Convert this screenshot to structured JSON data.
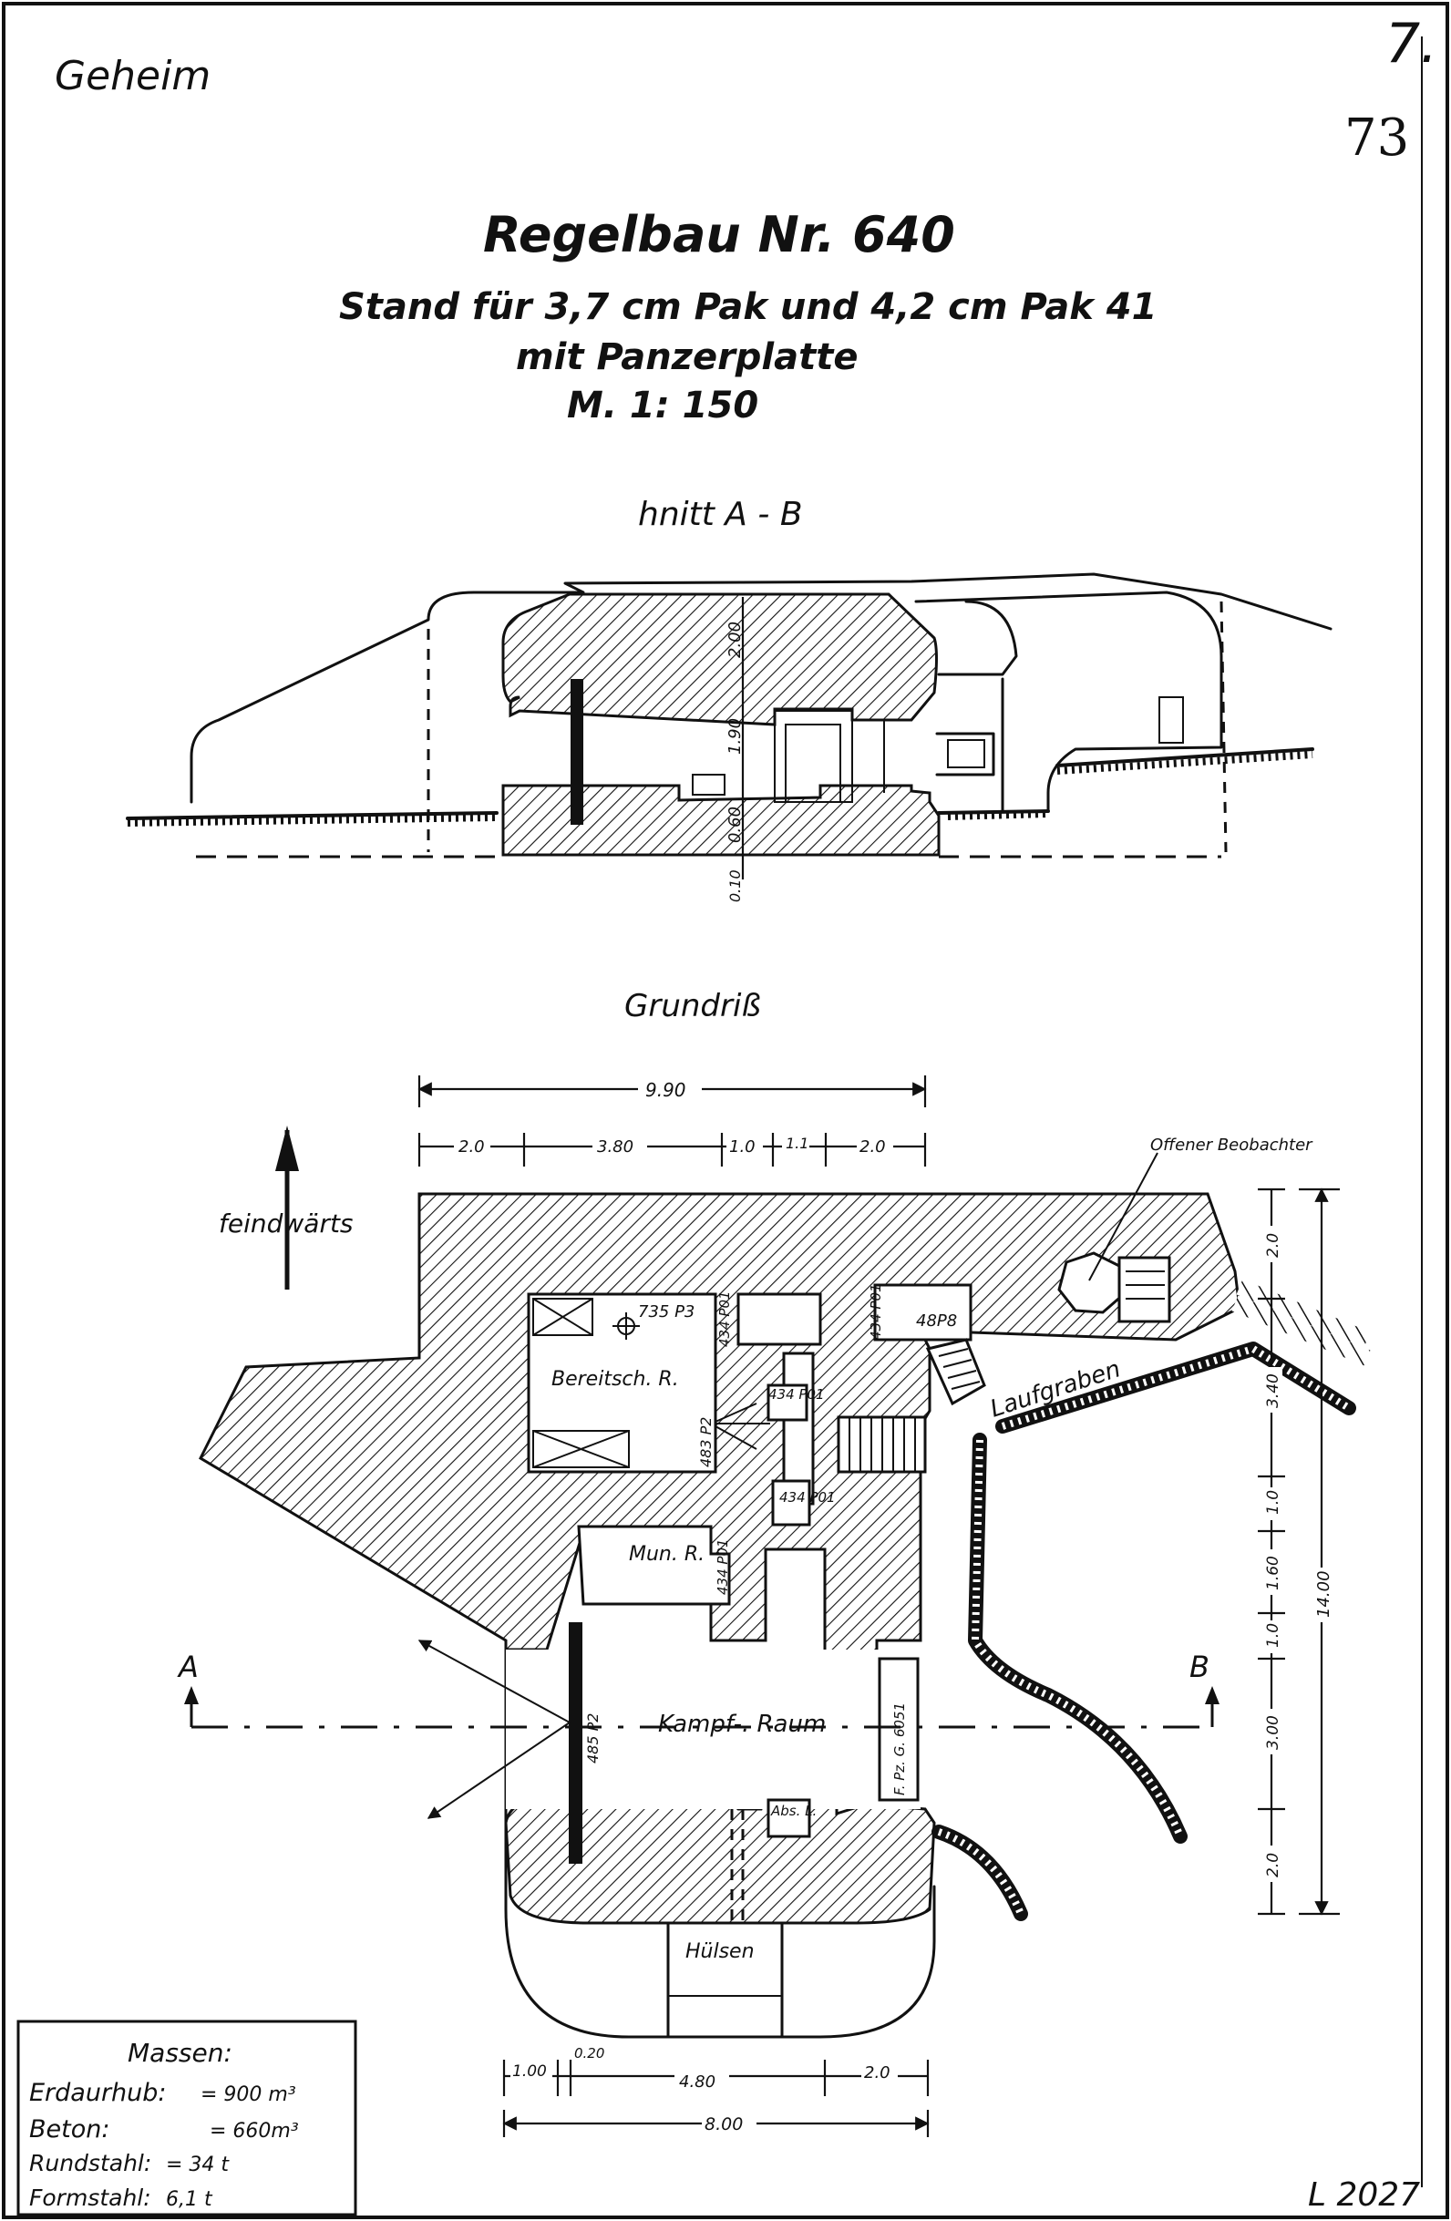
{
  "header": {
    "classification": "Geheim",
    "sheet_number": "73",
    "corner_mark": "7."
  },
  "title": {
    "main": "Regelbau Nr. 640",
    "line1": "Stand für 3,7 cm Pak und 4,2 cm Pak 41",
    "line2": "mit Panzerplatte",
    "scale": "M. 1: 150"
  },
  "section": {
    "label": "hnitt A - B",
    "dims": [
      "2.00",
      "1.90",
      "0.60",
      "0.10"
    ]
  },
  "plan": {
    "label": "Grundriß",
    "direction": "feindwärts",
    "top_total": "9.90",
    "top_parts": [
      "2.0",
      "3.80",
      "1.0",
      "1.1",
      "2.0"
    ],
    "right_total": "14.00",
    "right_parts": [
      "2.0",
      "3.40",
      "1.0",
      "1.60",
      "1.0",
      "3.00",
      "2.0"
    ],
    "bottom_parts": [
      "1.00",
      "0.20",
      "4.80",
      "2.0"
    ],
    "bottom_total": "8.00",
    "rooms": {
      "bereitsch": "Bereitsch. R.",
      "mun": "Mun. R.",
      "kampf": "Kampf-. Raum",
      "huelsen": "Hülsen",
      "abs": "Abs. L.",
      "laufgraben": "Laufgraben",
      "beobachter": "Offener Beobachter"
    },
    "tags": {
      "p3": "735 P3",
      "p01a": "434 P01",
      "p01b": "434 P01",
      "p8": "48P8",
      "p01c": "434 P01",
      "p2a": "483 P2",
      "p01d": "434 P01",
      "p01e": "434 P01",
      "p2b": "485 P2",
      "frp": "F. Pz. G. 6051"
    },
    "markers": {
      "a": "A",
      "b": "B"
    }
  },
  "masses": {
    "heading": "Massen:",
    "rows": [
      {
        "label": "Erdaurhub:",
        "value": "= 900 m³"
      },
      {
        "label": "Beton:",
        "value": "= 660m³"
      },
      {
        "label": "Rundstahl:",
        "value": "= 34 t"
      },
      {
        "label": "Formstahl:",
        "value": "6,1 t"
      }
    ]
  },
  "drawing_number": "L 2027"
}
